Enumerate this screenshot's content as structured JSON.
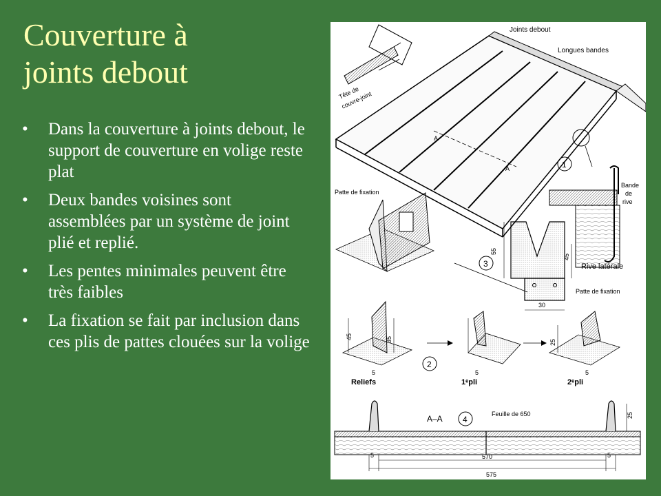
{
  "slide": {
    "title_line1": "Couverture à",
    "title_line2": "joints debout",
    "bullets": [
      "Dans la couverture à joints debout, le support de couverture en volige reste plat",
      "Deux bandes voisines sont assemblées par un système de joint plié et replié.",
      "Les pentes minimales peuvent être très faibles",
      "La fixation se fait par inclusion dans ces plis de pattes clouées sur la volige"
    ],
    "bullet_glyph": "•"
  },
  "figure": {
    "labels": {
      "joints_debout": "Joints debout",
      "longues_bandes": "Longues bandes",
      "tete_line1": "Tête de",
      "tete_line2": "couvre-joint",
      "patte_fixation": "Patte de fixation",
      "patte_fixation_2": "Patte de fixation",
      "bande_line1": "Bande",
      "bande_line2": "de",
      "bande_line3": "rive",
      "rive_laterale": "Rive latérale",
      "section_aa": "A–A",
      "feuille": "Feuille de 650",
      "reliefs": "Reliefs",
      "pli1": "1ᵉpli",
      "pli2": "2ᵉpli",
      "marker_a1": "A",
      "marker_a2": "A",
      "n1": "1",
      "n2": "2",
      "n3": "3",
      "n4": "4"
    },
    "dimensions": {
      "d55": "55",
      "d45a": "45",
      "d30": "30",
      "d45b": "45",
      "d35": "35",
      "d5a": "5",
      "d5b": "5",
      "d25a": "25",
      "d5c": "5",
      "d25b": "25",
      "d5d": "5",
      "d5e": "5",
      "d570": "570",
      "d575": "575"
    },
    "colors": {
      "slide_bg": "#3d7a3d",
      "title": "#ffffb0",
      "text": "#ffffff"
    }
  }
}
